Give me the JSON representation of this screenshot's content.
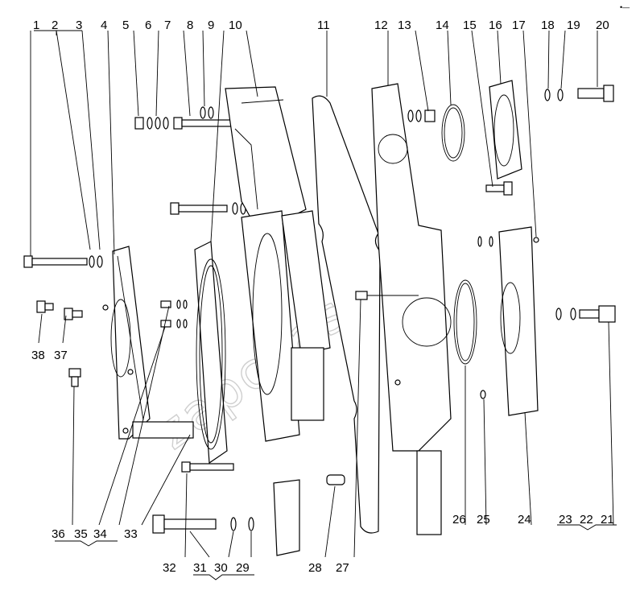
{
  "watermark": "zapchasti.ru",
  "corner_mark": "•—",
  "callouts_top": [
    "1",
    "2",
    "3",
    "4",
    "5",
    "6",
    "7",
    "8",
    "9",
    "10",
    "11",
    "12",
    "13",
    "14",
    "15",
    "16",
    "17",
    "18",
    "19",
    "20"
  ],
  "callouts_bottom": [
    "38",
    "37",
    "36",
    "35",
    "34",
    "33",
    "32",
    "31",
    "30",
    "29",
    "28",
    "27",
    "26",
    "25",
    "24",
    "23",
    "22",
    "21"
  ]
}
